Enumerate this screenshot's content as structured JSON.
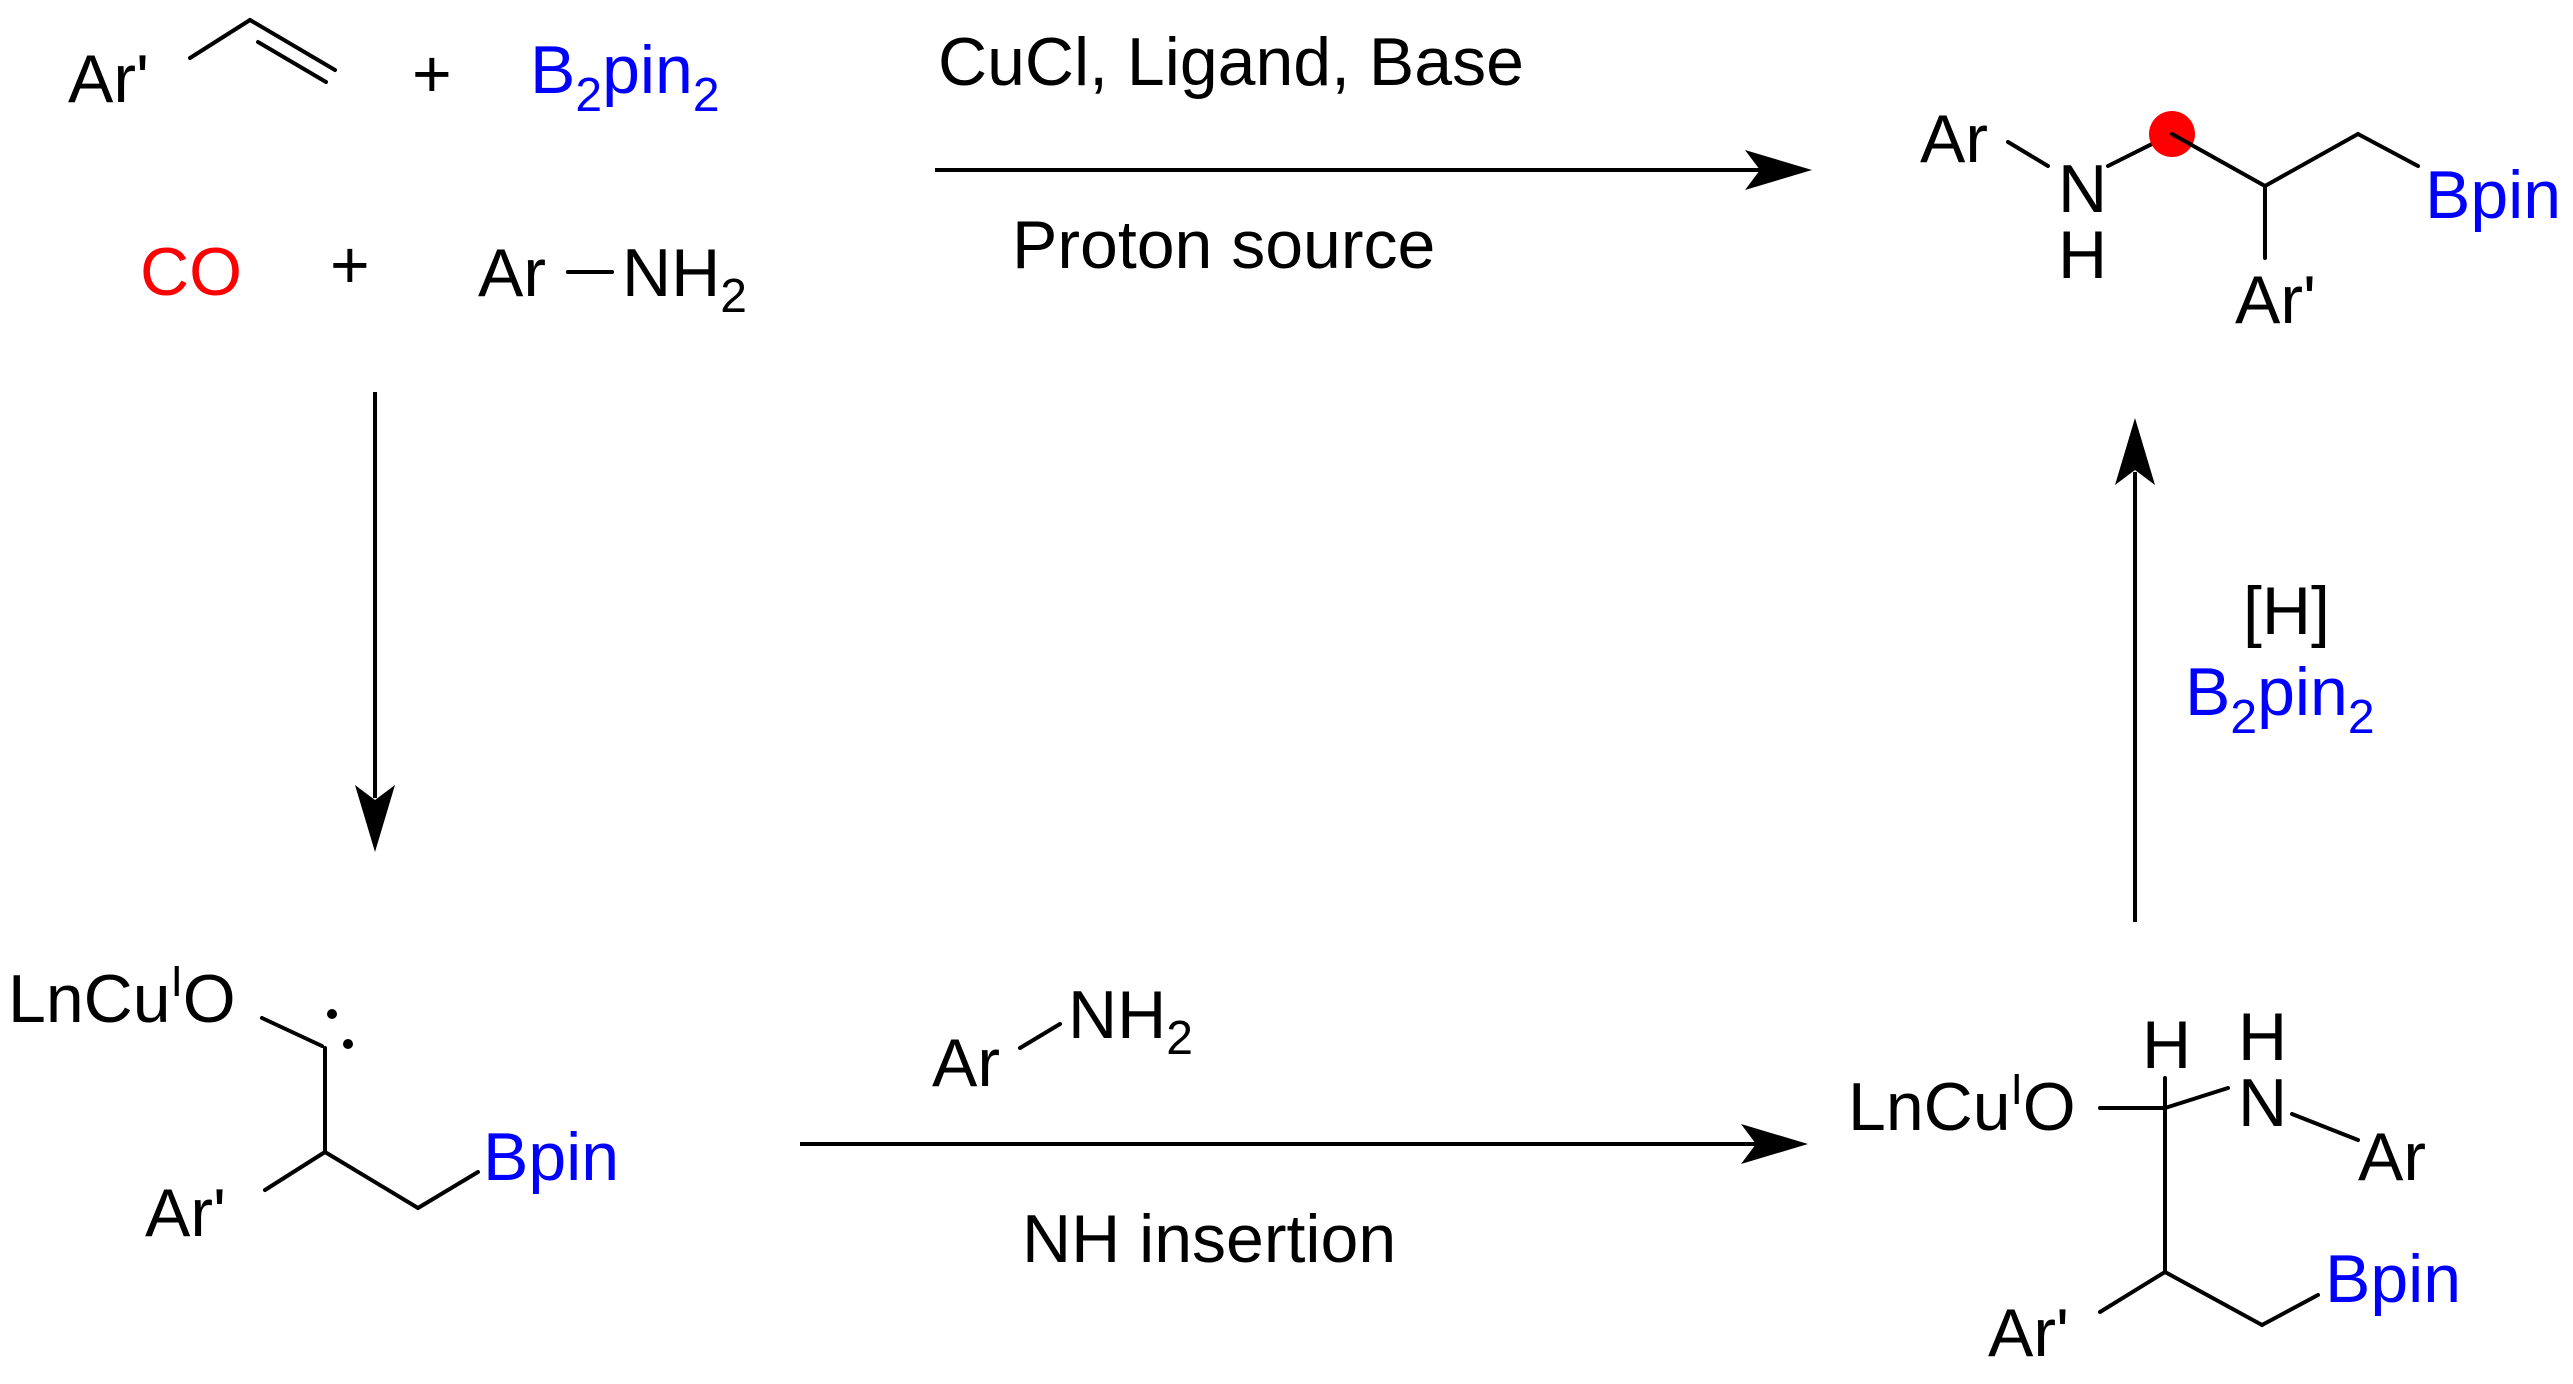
{
  "reactants": {
    "alkene_ar": "Ar'",
    "plus_1": "+",
    "b2pin2": {
      "B": "B",
      "sub1": "2",
      "pin": "pin",
      "sub2": "2"
    },
    "co": "CO",
    "plus_2": "+",
    "amine_ar": "Ar",
    "amine_nh": "NH",
    "amine_sub": "2"
  },
  "top_arrow": {
    "conditions_top": "CuCl, Ligand, Base",
    "conditions_bottom": "Proton source"
  },
  "product": {
    "ar": "Ar",
    "n": "N",
    "h": "H",
    "bpin": "Bpin",
    "ar_prime": "Ar'"
  },
  "carbene_intermediate": {
    "lncu": "LnCu",
    "sup": "I",
    "o": "O",
    "lone_pair": "••",
    "ar_prime": "Ar'",
    "bpin": "Bpin"
  },
  "bottom_arrow": {
    "reagent_ar": "Ar",
    "reagent_nh": "NH",
    "reagent_sub": "2",
    "label": "NH insertion"
  },
  "insertion_intermediate": {
    "lncu": "LnCu",
    "sup": "I",
    "o": "O",
    "h_c": "H",
    "h_n": "H",
    "n": "N",
    "ar": "Ar",
    "ar_prime": "Ar'",
    "bpin": "Bpin"
  },
  "right_arrow": {
    "reductant": "[H]",
    "b2pin2": {
      "B": "B",
      "sub1": "2",
      "pin": "pin",
      "sub2": "2"
    }
  },
  "colors": {
    "boron": "#0000ff",
    "carbon_monoxide": "#ff0000",
    "highlight_dot": "#ff0000",
    "text": "#000000"
  }
}
